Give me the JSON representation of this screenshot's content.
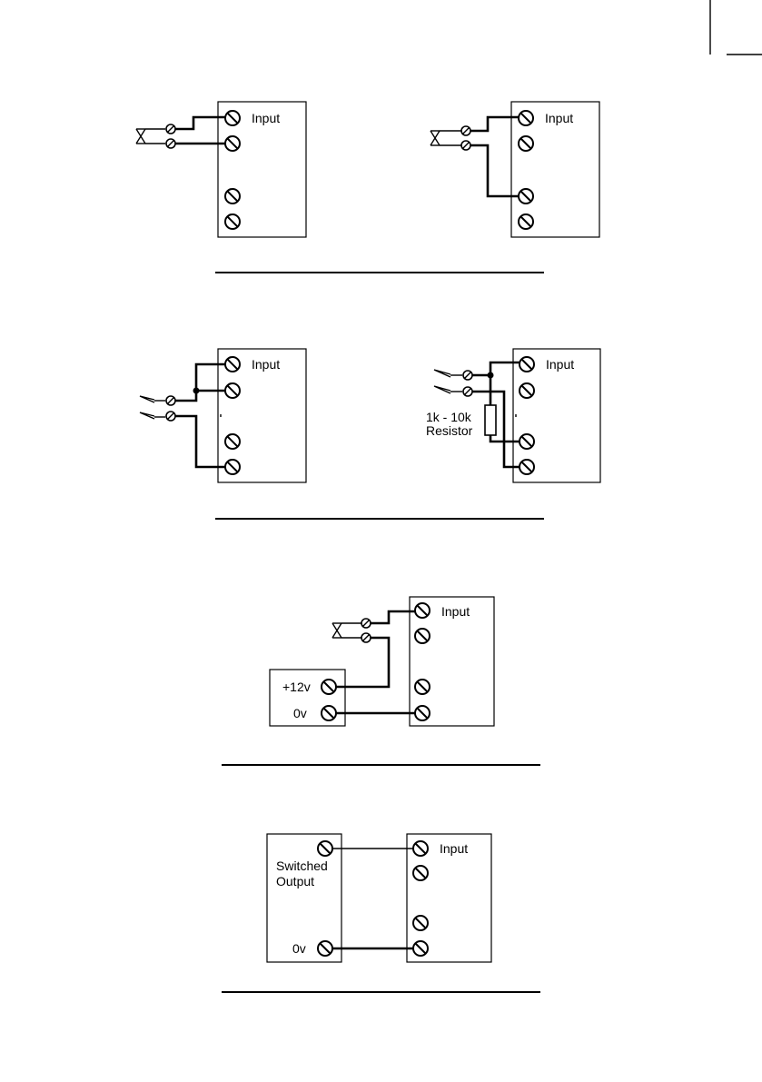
{
  "labels": {
    "input": "Input",
    "resistor_value": "1k - 10k",
    "resistor_word": "Resistor",
    "plus12v": "+12v",
    "zero_v": "0v",
    "switched": "Switched",
    "output": "Output"
  },
  "diagrams": [
    {
      "name": "normally-closed-contact-wiring"
    },
    {
      "name": "normally-open-contact-wiring"
    },
    {
      "name": "powered-contact-wiring"
    },
    {
      "name": "switched-output-wiring"
    }
  ]
}
